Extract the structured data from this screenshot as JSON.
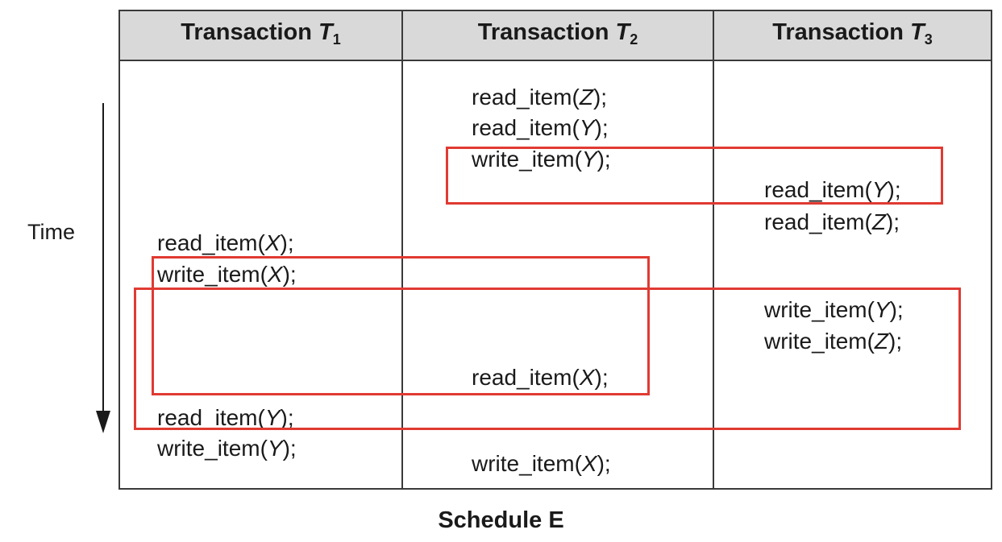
{
  "columns": [
    {
      "prefix": "Transaction ",
      "var": "T",
      "sub": "1"
    },
    {
      "prefix": "Transaction ",
      "var": "T",
      "sub": "2"
    },
    {
      "prefix": "Transaction ",
      "var": "T",
      "sub": "3"
    }
  ],
  "time_label": "Time",
  "ops": {
    "t2_read_z": {
      "fn": "read_item(",
      "arg": "Z",
      "end": ");"
    },
    "t2_read_y": {
      "fn": "read_item(",
      "arg": "Y",
      "end": ");"
    },
    "t2_write_y": {
      "fn": "write_item(",
      "arg": "Y",
      "end": ");"
    },
    "t3_read_y": {
      "fn": "read_item(",
      "arg": "Y",
      "end": ");"
    },
    "t3_read_z": {
      "fn": "read_item(",
      "arg": "Z",
      "end": ");"
    },
    "t1_read_x": {
      "fn": "read_item(",
      "arg": "X",
      "end": ");"
    },
    "t1_write_x": {
      "fn": "write_item(",
      "arg": "X",
      "end": ");"
    },
    "t3_write_y": {
      "fn": "write_item(",
      "arg": "Y",
      "end": ");"
    },
    "t3_write_z": {
      "fn": "write_item(",
      "arg": "Z",
      "end": ");"
    },
    "t2_read_x": {
      "fn": "read_item(",
      "arg": "X",
      "end": ");"
    },
    "t1_read_y": {
      "fn": "read_item(",
      "arg": "Y",
      "end": ");"
    },
    "t1_write_y": {
      "fn": "write_item(",
      "arg": "Y",
      "end": ");"
    },
    "t2_write_x": {
      "fn": "write_item(",
      "arg": "X",
      "end": ");"
    }
  },
  "caption": "Schedule E",
  "colors": {
    "highlight": "#e03a32",
    "header_bg": "#d9d9d9",
    "border": "#3a3a3a"
  }
}
